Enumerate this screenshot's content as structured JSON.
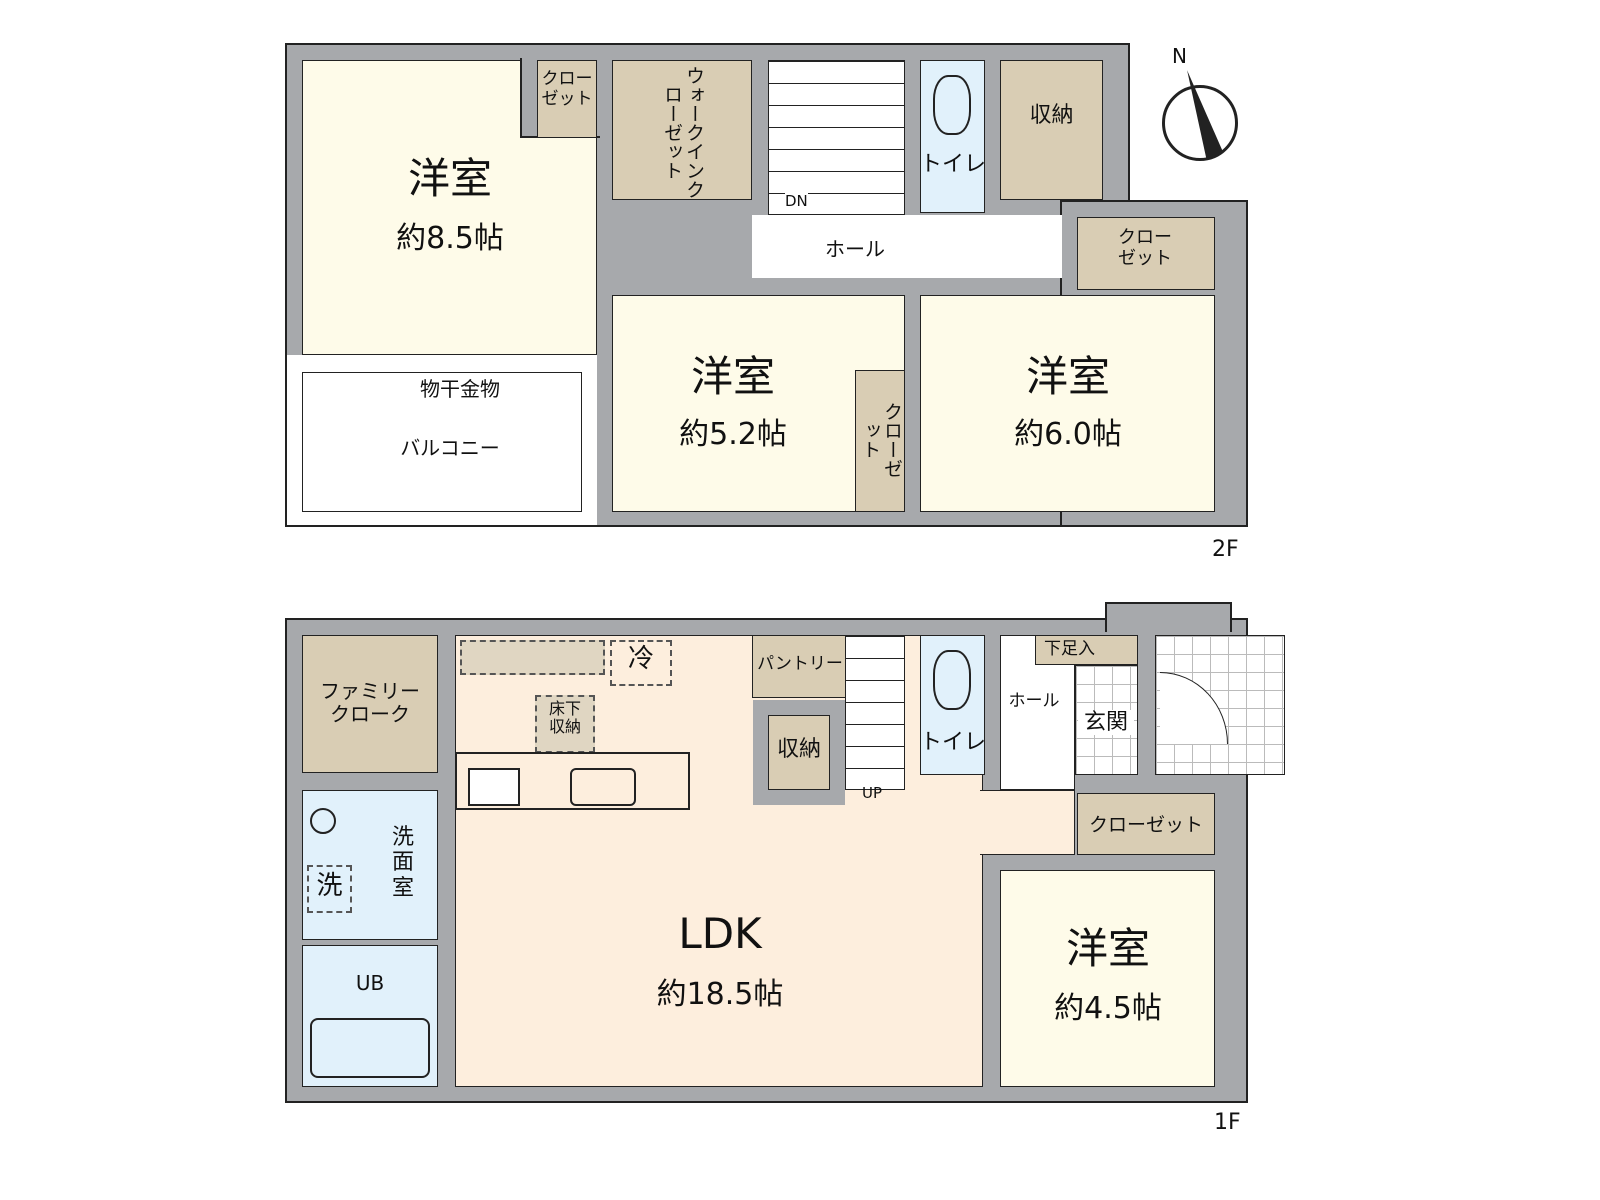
{
  "floor2": {
    "label": "2F",
    "compass": "N",
    "western8": {
      "name": "洋室",
      "size": "約8.5帖"
    },
    "closet_a": "クローゼット",
    "wic": "ウォークインクローゼット",
    "stairs_dir": "DN",
    "toilet": "トイレ",
    "storage": "収納",
    "hall": "ホール",
    "closet_b": "クローゼット",
    "western52": {
      "name": "洋室",
      "size": "約5.2帖"
    },
    "closet_c": "クローゼット",
    "western60": {
      "name": "洋室",
      "size": "約6.0帖"
    },
    "drying": "物干金物",
    "balcony": "バルコニー"
  },
  "floor1": {
    "label": "1F",
    "family_cloak": "ファミリークローク",
    "washroom": "洗面室",
    "washer": "洗",
    "bath": "UB",
    "fridge": "冷",
    "underfloor": "床下収納",
    "ldk": {
      "name": "LDK",
      "size": "約18.5帖"
    },
    "pantry": "パントリー",
    "storage": "収納",
    "stairs_dir": "UP",
    "toilet": "トイレ",
    "hall": "ホール",
    "shoe": "下足入",
    "entrance": "玄関",
    "closet": "クローゼット",
    "western45": {
      "name": "洋室",
      "size": "約4.5帖"
    }
  }
}
